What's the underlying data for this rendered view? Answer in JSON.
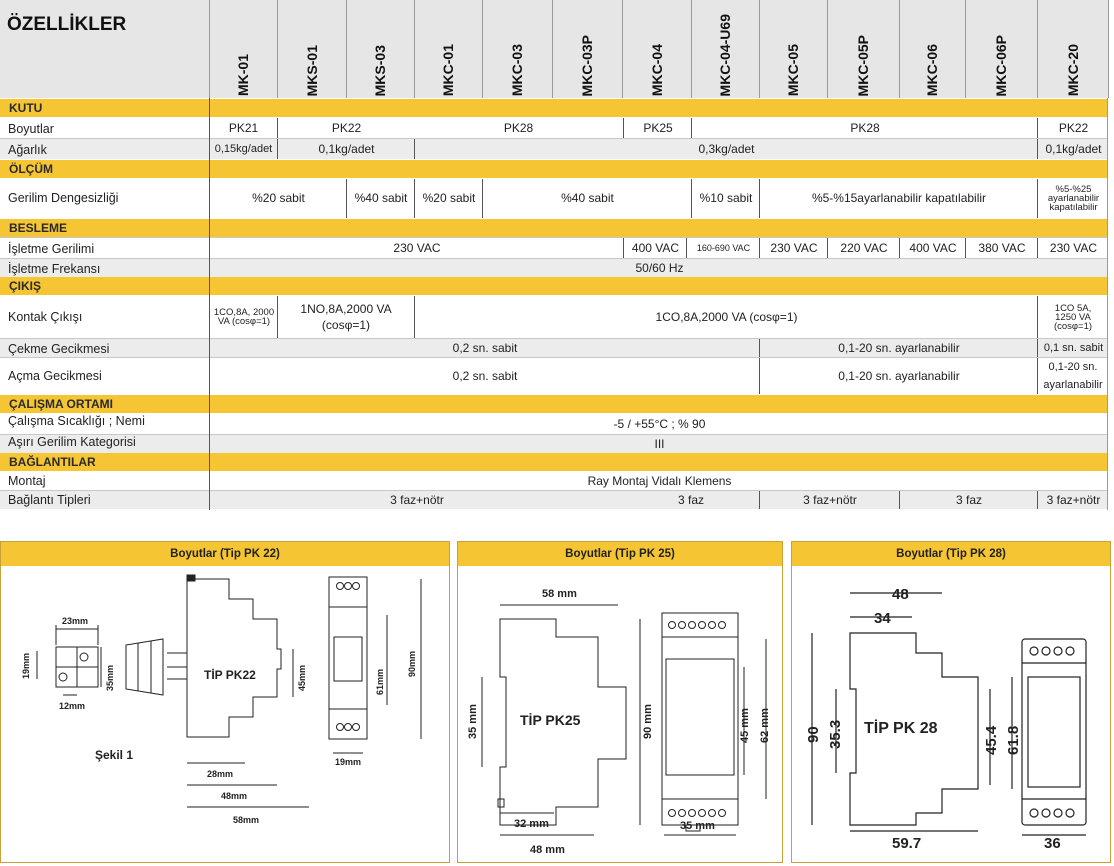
{
  "title": "ÖZELLİKLER",
  "models": [
    "MK-01",
    "MKS-01",
    "MKS-03",
    "MKC-01",
    "MKC-03",
    "MKC-03P",
    "MKC-04",
    "MKC-04-U69",
    "MKC-05",
    "MKC-05P",
    "MKC-06",
    "MKC-06P",
    "MKC-20"
  ],
  "sections": {
    "kutu": "KUTU",
    "olcum": "ÖLÇÜM",
    "besleme": "BESLEME",
    "cikis": "ÇIKIŞ",
    "calisma": "ÇALIŞMA ORTAMI",
    "baglantilar": "BAĞLANTILAR"
  },
  "rows": {
    "boyutlar": {
      "label": "Boyutlar",
      "v": [
        "PK21",
        "PK22",
        "PK28",
        "PK25",
        "PK28",
        "PK22"
      ]
    },
    "agirlik": {
      "label": "Ağarlık",
      "v": [
        "0,15kg/adet",
        "0,1kg/adet",
        "0,3kg/adet",
        "0,1kg/adet"
      ]
    },
    "gerilim_dengesizligi": {
      "label": "Gerilim Dengesizliği",
      "v": [
        "%20 sabit",
        "%40 sabit",
        "%20 sabit",
        "%40 sabit",
        "%10 sabit",
        "%5-%15ayarlanabilir kapatılabilir",
        "%5-%25 ayarlanabilir kapatılabilir"
      ]
    },
    "isletme_gerilimi": {
      "label": "İşletme Gerilimi",
      "v": [
        "230 VAC",
        "400 VAC",
        "160-690 VAC",
        "230 VAC",
        "220 VAC",
        "400 VAC",
        "380 VAC",
        "230 VAC"
      ]
    },
    "isletme_frekansi": {
      "label": "İşletme Frekansı",
      "v": [
        "50/60 Hz"
      ]
    },
    "kontak_cikisi": {
      "label": "Kontak Çıkışı",
      "v": [
        "1CO,8A, 2000 VA (cosφ=1)",
        "1NO,8A,2000 VA (cosφ=1)",
        "1CO,8A,2000 VA (cosφ=1)",
        "1CO 5A, 1250 VA (cosφ=1)"
      ]
    },
    "cekme_gecikmesi": {
      "label": "Çekme Gecikmesi",
      "v": [
        "0,2 sn. sabit",
        "0,1-20 sn. ayarlanabilir",
        "0,1 sn. sabit"
      ]
    },
    "acma_gecikmesi": {
      "label": "Açma Gecikmesi",
      "v": [
        "0,2 sn. sabit",
        "0,1-20 sn. ayarlanabilir",
        "0,1-20 sn. ayarlanabilir"
      ]
    },
    "sicaklik": {
      "label": "Çalışma Sıcaklığı ; Nemi",
      "v": [
        "-5 / +55°C ; % 90"
      ]
    },
    "asiri_gerilim": {
      "label": "Aşırı Gerilim Kategorisi",
      "v": [
        "III"
      ]
    },
    "montaj": {
      "label": "Montaj",
      "v": [
        "Ray Montaj Vidalı Klemens"
      ]
    },
    "baglanti_tipleri": {
      "label": "Bağlantı Tipleri",
      "v": [
        "3 faz+nötr",
        "3 faz",
        "3 faz+nötr",
        "3 faz",
        "3 faz+nötr"
      ]
    }
  },
  "panels": {
    "pk22": {
      "title": "Boyutlar (Tip PK 22)",
      "device": "TİP PK22",
      "figure": "Şekil 1",
      "dims": [
        "23mm",
        "19mm",
        "35mm",
        "12mm",
        "45mm",
        "61mm",
        "90mm",
        "28mm",
        "48mm",
        "58mm",
        "19mm"
      ]
    },
    "pk25": {
      "title": "Boyutlar (Tip PK 25)",
      "device": "TİP PK25",
      "dims": [
        "58 mm",
        "35 mm",
        "90 mm",
        "45 mm",
        "62 mm",
        "32 mm",
        "48 mm",
        "35 mm"
      ]
    },
    "pk28": {
      "title": "Boyutlar (Tip PK 28)",
      "device": "TİP PK 28",
      "dims": [
        "48",
        "34",
        "90",
        "35.3",
        "45.4",
        "61.8",
        "59.7",
        "36"
      ]
    }
  },
  "colors": {
    "accent": "#f6c533",
    "header_bg": "#e6e6e6",
    "row_grey": "#ececec"
  }
}
